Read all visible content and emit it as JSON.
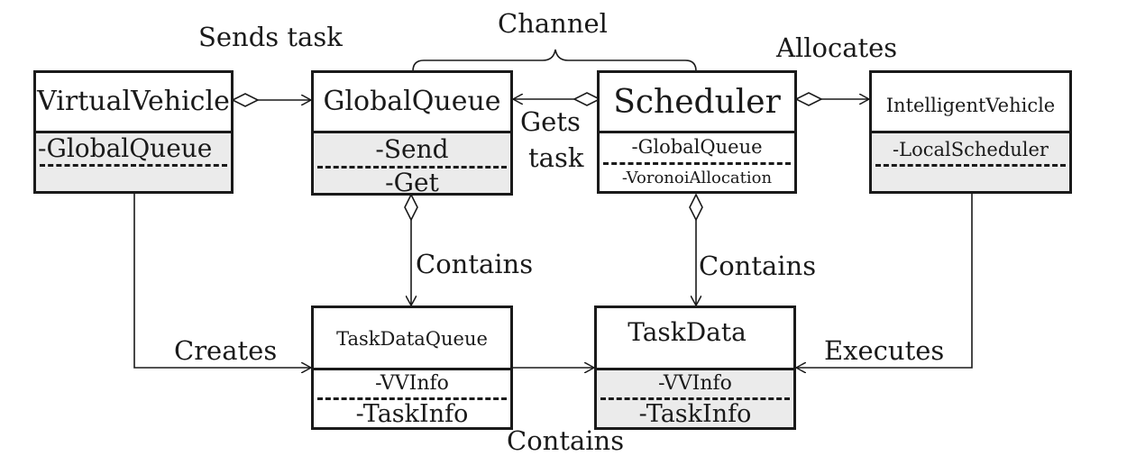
{
  "classes": {
    "virtual_vehicle": {
      "name": "VirtualVehicle",
      "attributes": [
        "-GlobalQueue"
      ]
    },
    "global_queue": {
      "name": "GlobalQueue",
      "attributes": [
        "-Send",
        "-Get"
      ]
    },
    "scheduler": {
      "name": "Scheduler",
      "attributes": [
        "-GlobalQueue",
        "-VoronoiAllocation"
      ]
    },
    "intelligent_vehicle": {
      "name": "IntelligentVehicle",
      "attributes": [
        "-LocalScheduler"
      ]
    },
    "task_data_queue": {
      "name": "TaskDataQueue",
      "attributes": [
        "-VVInfo",
        "-TaskInfo"
      ]
    },
    "task_data": {
      "name": "TaskData",
      "attributes": [
        "-VVInfo",
        "-TaskInfo"
      ]
    }
  },
  "relations": {
    "sends_task": "Sends task",
    "channel": "Channel",
    "allocates": "Allocates",
    "gets": "Gets",
    "task": "task",
    "contains_gq": "Contains",
    "contains_sched": "Contains",
    "creates": "Creates",
    "executes": "Executes",
    "contains_bottom": "Contains"
  }
}
